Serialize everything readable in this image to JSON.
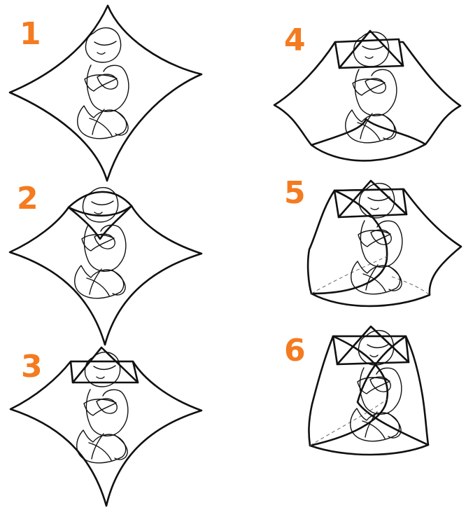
{
  "steps": [
    {
      "number": "1"
    },
    {
      "number": "2"
    },
    {
      "number": "3"
    },
    {
      "number": "4"
    },
    {
      "number": "5"
    },
    {
      "number": "6"
    }
  ],
  "colors": {
    "step_number": "#f47b20",
    "outline": "#111111",
    "background": "#ffffff"
  },
  "icons": {
    "baby": "baby-line-drawing",
    "blanket": "swaddle-blanket"
  }
}
